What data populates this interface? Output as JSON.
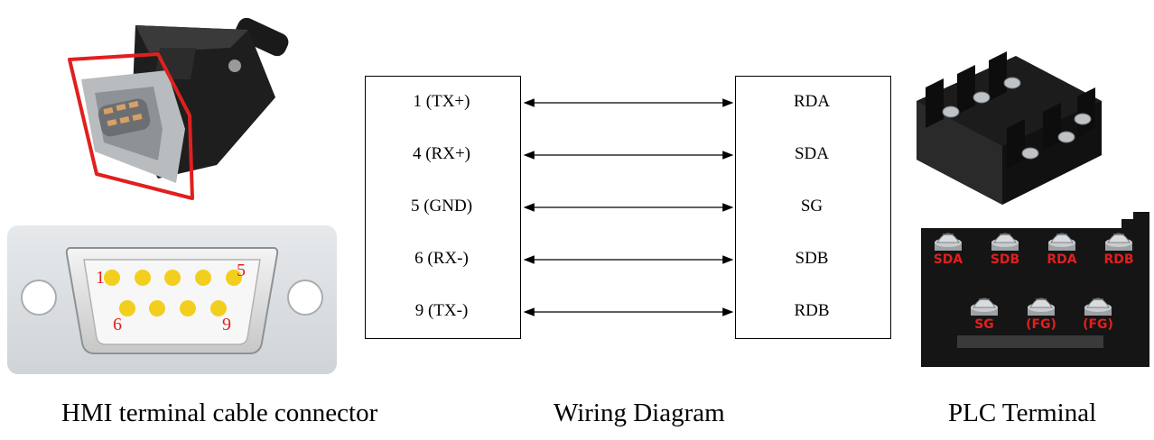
{
  "captions": {
    "hmi": "HMI terminal cable connector",
    "wiring": "Wiring Diagram",
    "plc": "PLC Terminal"
  },
  "connector": {
    "pin_first_top": "1",
    "pin_last_top": "5",
    "pin_first_bottom": "6",
    "pin_last_bottom": "9"
  },
  "wiring": {
    "hmi_pins": [
      "1 (TX+)",
      "4 (RX+)",
      "5 (GND)",
      "6 (RX-)",
      "9 (TX-)"
    ],
    "plc_pins": [
      "RDA",
      "SDA",
      "SG",
      "SDB",
      "RDB"
    ]
  },
  "terminal": {
    "top_row": [
      "SDA",
      "SDB",
      "RDA",
      "RDB"
    ],
    "bottom_row": [
      "SG",
      "(FG)",
      "(FG)"
    ]
  },
  "colors": {
    "label_red": "#e0201e",
    "pin_yellow": "#f2cf1e",
    "terminal_black": "#151515"
  }
}
